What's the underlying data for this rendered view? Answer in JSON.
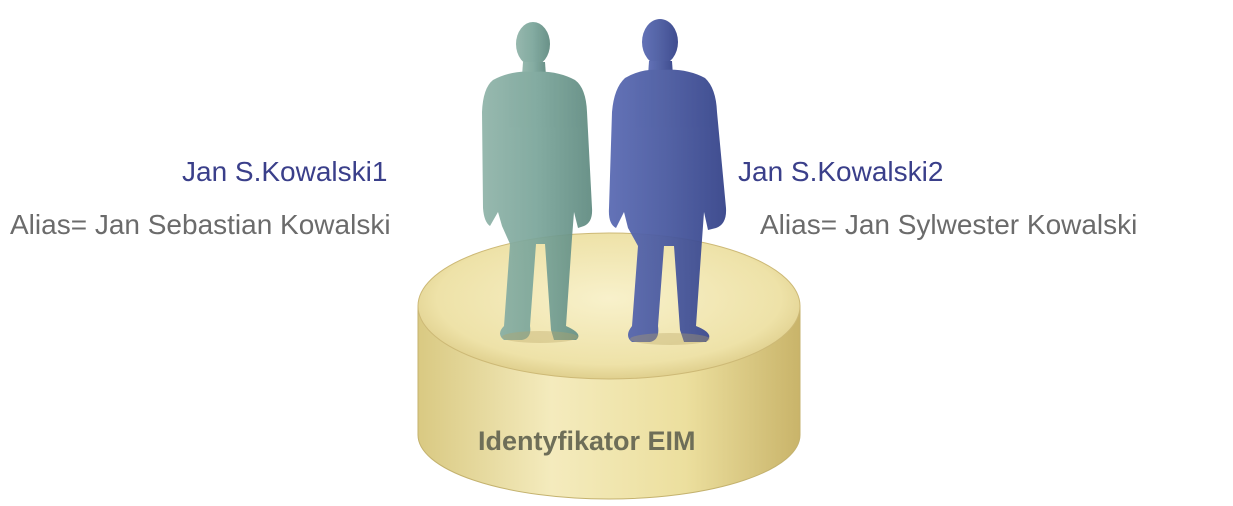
{
  "identity_1": {
    "name": "Jan S.Kowalski1",
    "alias": "Alias= Jan Sebastian Kowalski",
    "color": "#7aa59a"
  },
  "identity_2": {
    "name": "Jan S.Kowalski2",
    "alias": "Alias= Jan Sylwester Kowalski",
    "color": "#4a5aa0"
  },
  "database": {
    "label": "Identyfikator EIM",
    "color": "#e8dc9c"
  }
}
